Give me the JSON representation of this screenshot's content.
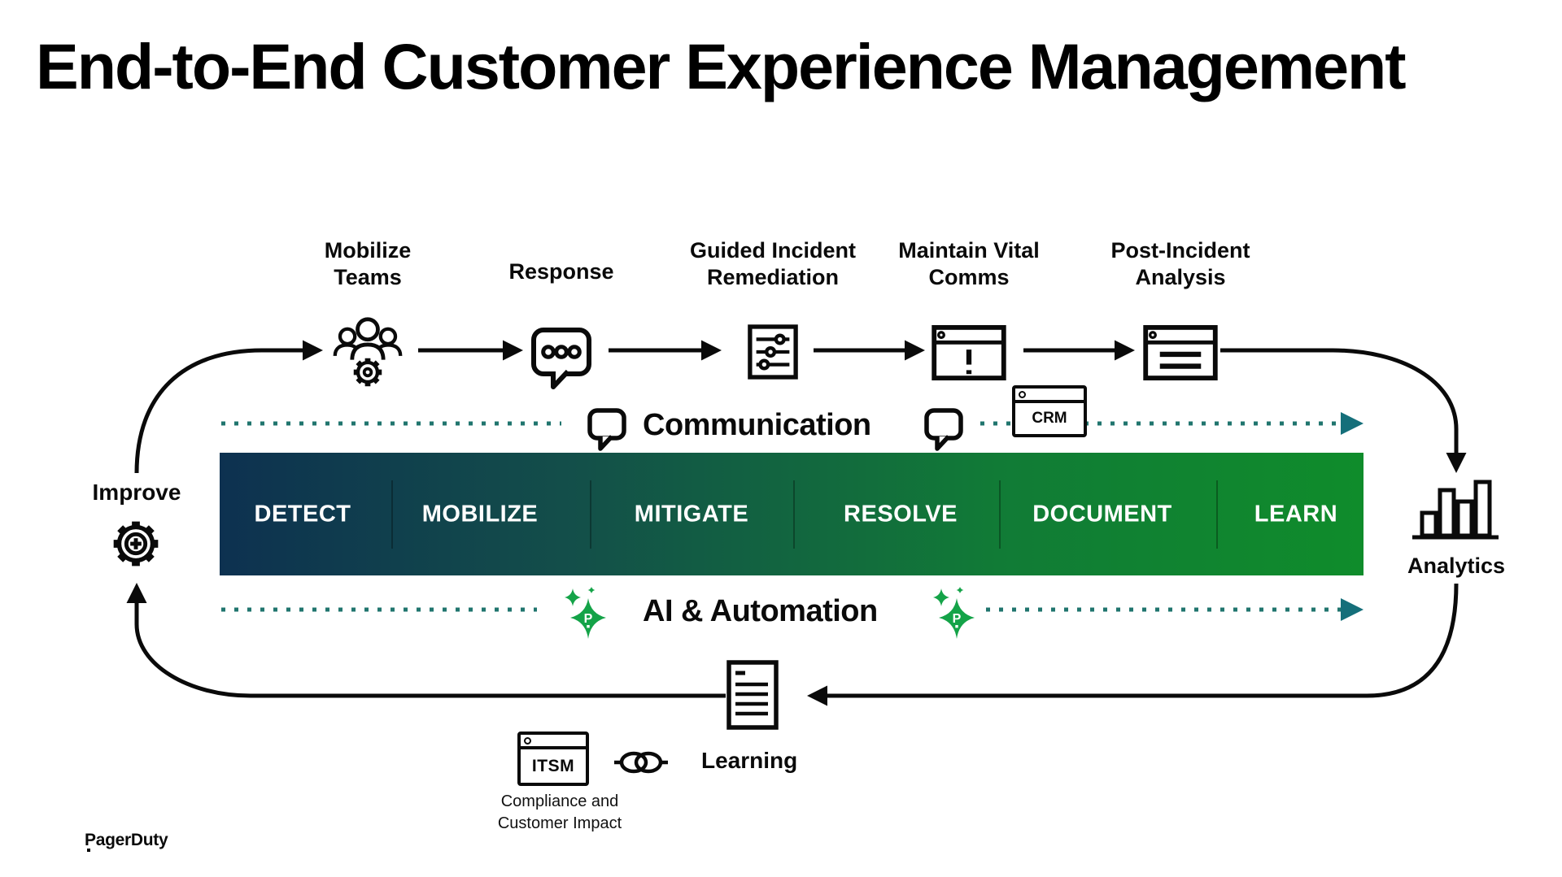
{
  "title": "End-to-End Customer Experience Management",
  "top_flow": {
    "steps": [
      {
        "label": "Mobilize\nTeams"
      },
      {
        "label": "Response"
      },
      {
        "label": "Guided Incident\nRemediation"
      },
      {
        "label": "Maintain Vital\nComms"
      },
      {
        "label": "Post-Incident\nAnalysis"
      }
    ]
  },
  "communication_track": {
    "label": "Communication",
    "crm_box_label": "CRM"
  },
  "lifecycle_bar": {
    "stages": [
      "DETECT",
      "MOBILIZE",
      "MITIGATE",
      "RESOLVE",
      "DOCUMENT",
      "LEARN"
    ]
  },
  "ai_track": {
    "label": "AI & Automation",
    "sparkle_letter": "P"
  },
  "improve": {
    "label": "Improve"
  },
  "analytics": {
    "label": "Analytics"
  },
  "learning": {
    "label": "Learning",
    "itsm_box_label": "ITSM",
    "note": "Compliance and\nCustomer Impact"
  },
  "footer": {
    "brand": "PagerDuty"
  },
  "colors": {
    "ink": "#0A0A0A",
    "track_teal_dots": "#20756E",
    "track_teal_arrow": "#156F7A",
    "bar_gradient_start": "#0D3150",
    "bar_gradient_end": "#0F8C2B",
    "ai_green": "#14A348"
  }
}
